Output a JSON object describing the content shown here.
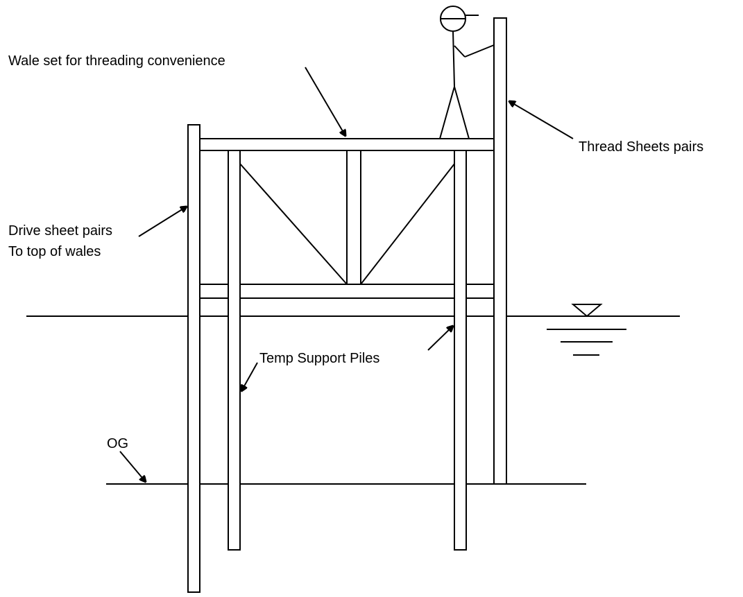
{
  "labels": {
    "wale_set": "Wale set for threading convenience",
    "thread_sheets": "Thread Sheets pairs",
    "drive_sheet_line1": "Drive sheet pairs",
    "drive_sheet_line2": "To top of wales",
    "temp_support": "Temp Support Piles",
    "og": "OG"
  }
}
